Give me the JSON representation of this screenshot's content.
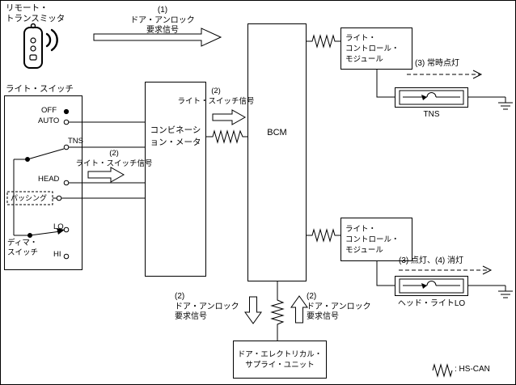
{
  "colors": {
    "line": "#000000",
    "background": "#ffffff"
  },
  "labels": {
    "remote_transmitter": "リモート・\nトランスミッタ",
    "signal1_unlock": "(1)\nドア・アンロック\n要求信号",
    "light_switch_title": "ライト・スイッチ",
    "light_switch_signal_left": "(2)\nライト・スイッチ信号",
    "light_switch_signal_top": "(2)\nライト・スイッチ信号",
    "always_on": "(3) 常時点灯",
    "tns_lamp": "TNS",
    "on_off": "(3) 点灯、(4) 消灯",
    "headlight_lo": "ヘッド・ライトLO",
    "unlock_request_left": "(2)\nドア・アンロック\n要求信号",
    "unlock_request_right": "(2)\nドア・アンロック\n要求信号"
  },
  "switch": {
    "off": "OFF",
    "auto": "AUTO",
    "tns": "TNS",
    "head": "HEAD",
    "passing": "パッシング",
    "lo": "LO",
    "hi": "HI",
    "dimmer": "ディマ・\nスイッチ"
  },
  "boxes": {
    "combination_meter": "コンビネーシ\nョン・メータ",
    "bcm": "BCM",
    "light_control_module": "ライト・\nコントロール・\nモジュール",
    "door_electrical_supply": "ドア・エレクトリカル・\nサプライ・ユニット"
  },
  "legend": {
    "hs_can": ": HS-CAN"
  },
  "icons": {
    "key_fob": "remote-transmitter-fob",
    "radio_waves": "transmit-waves",
    "hs_can_symbol": "twisted-pair-zigzag",
    "ground": "chassis-ground",
    "lamp": "bulb-filament"
  }
}
